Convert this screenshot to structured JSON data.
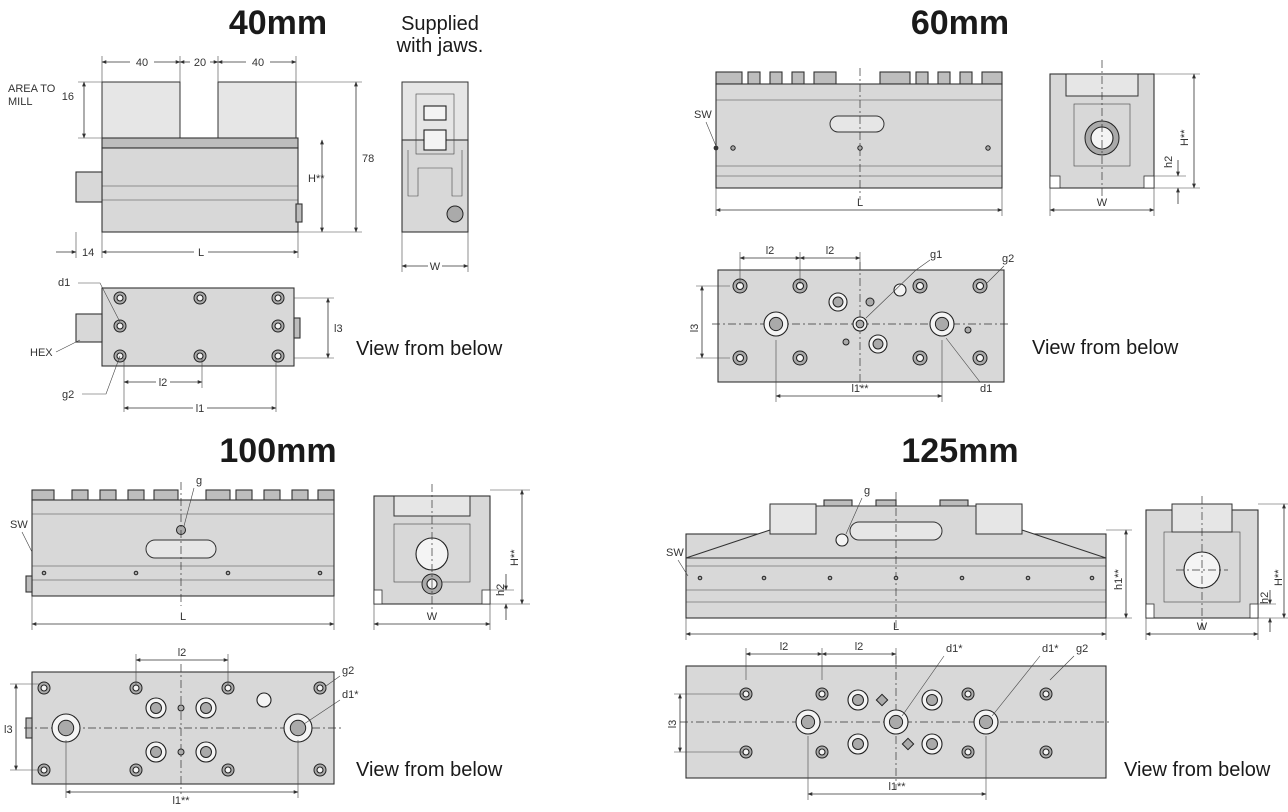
{
  "views": {
    "v40": {
      "title": "40mm",
      "note_line1": "Supplied",
      "note_line2": "with jaws.",
      "view_below": "View from below",
      "area_line1": "AREA TO",
      "area_line2": "MILL",
      "labels": {
        "d40a": "40",
        "d20": "20",
        "d40b": "40",
        "d16": "16",
        "d78": "78",
        "H": "H**",
        "d14": "14",
        "L": "L",
        "W": "W",
        "d1": "d1",
        "hex": "HEX",
        "g2": "g2",
        "l2": "l2",
        "l1": "l1",
        "l3": "l3"
      }
    },
    "v60": {
      "title": "60mm",
      "view_below": "View from below",
      "labels": {
        "sw": "SW",
        "L": "L",
        "W": "W",
        "h2": "h2",
        "H": "H**",
        "l2a": "l2",
        "l2b": "l2",
        "g1": "g1",
        "g2": "g2",
        "l3": "l3",
        "l1": "l1**",
        "d1": "d1"
      }
    },
    "v100": {
      "title": "100mm",
      "view_below": "View from below",
      "labels": {
        "g": "g",
        "sw": "SW",
        "L": "L",
        "W": "W",
        "h2": "h2",
        "H": "H**",
        "l2": "l2",
        "g2": "g2",
        "d1": "d1*",
        "l3": "l3",
        "l1": "l1**"
      }
    },
    "v125": {
      "title": "125mm",
      "view_below": "View from below",
      "labels": {
        "g": "g",
        "sw": "SW",
        "h1": "h1**",
        "L": "L",
        "W": "W",
        "h2": "h2",
        "H": "H**",
        "l2a": "l2",
        "l2b": "l2",
        "d1a": "d1*",
        "d1b": "d1*",
        "g2": "g2",
        "l3": "l3",
        "l1": "l1**"
      }
    }
  }
}
